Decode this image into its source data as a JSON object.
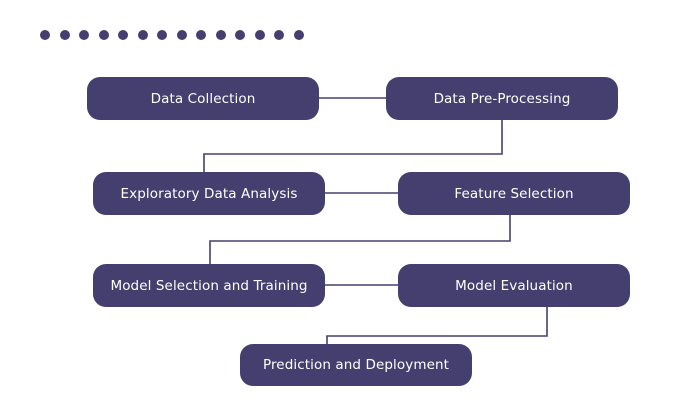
{
  "steps": [
    "Data Collection",
    "Data Pre-Processing",
    "Exploratory Data Analysis",
    "Feature Selection",
    "Model Selection and Training",
    "Model Evaluation",
    "Prediction and Deployment"
  ],
  "decoration": {
    "dot_count": 14,
    "color": "#453f6f"
  },
  "colors": {
    "box": "#453f6f",
    "text": "#ffffff",
    "connector": "#453f6f",
    "background": "#ffffff"
  }
}
